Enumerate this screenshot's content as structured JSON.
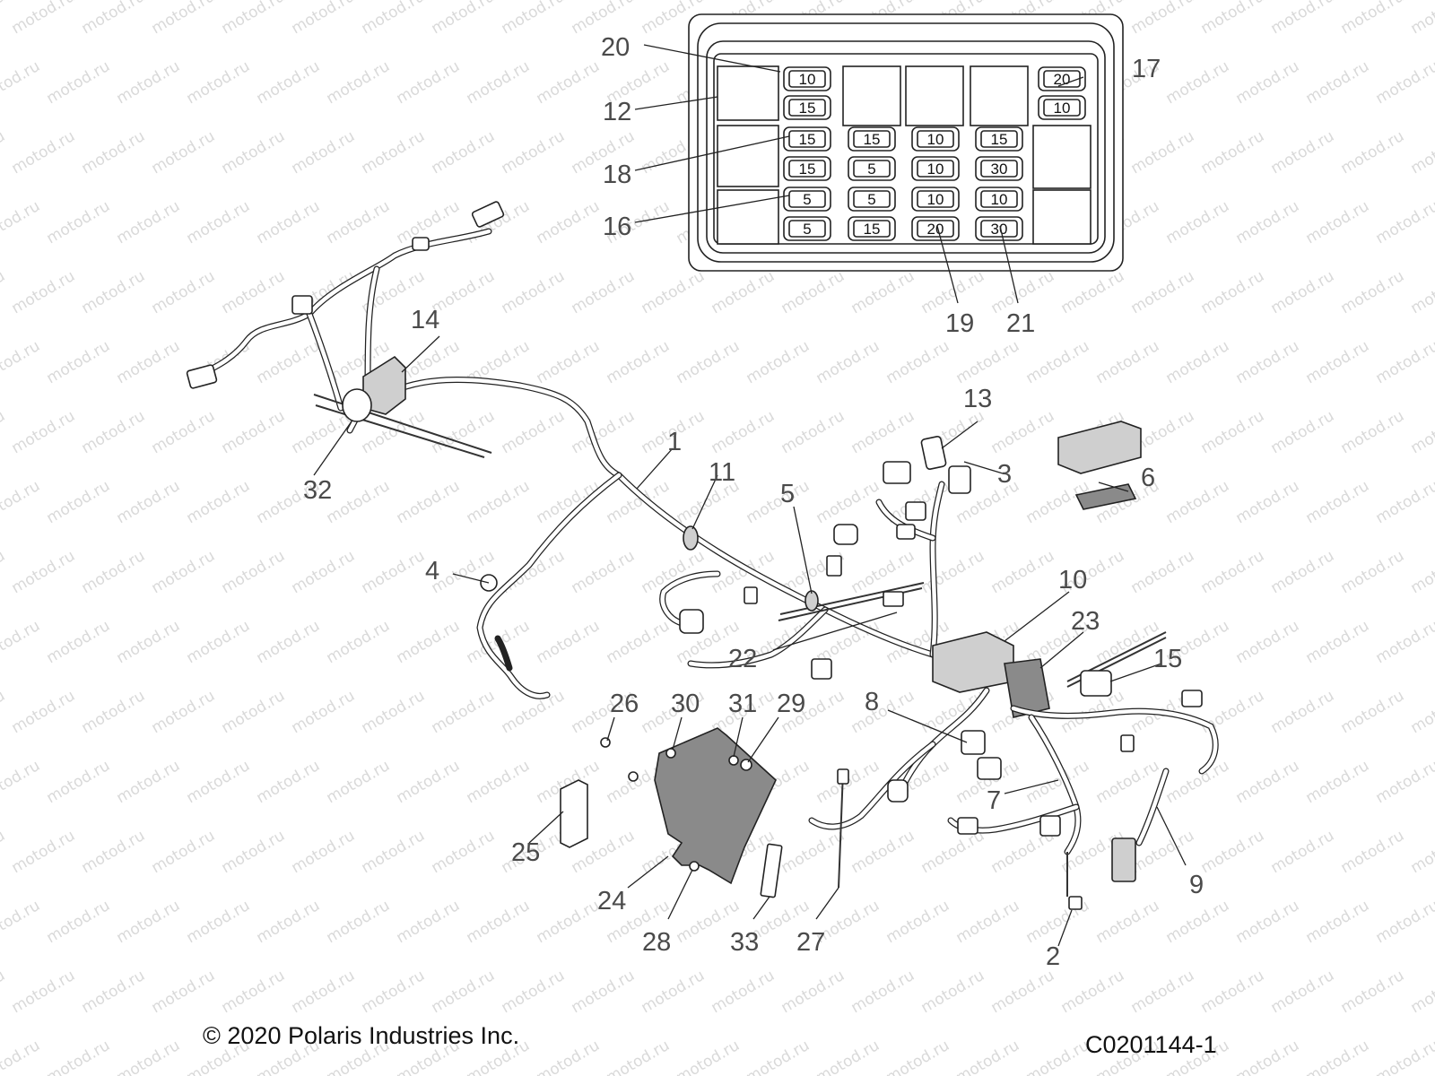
{
  "fuse_box": {
    "fuses": [
      {
        "col": 0,
        "row": 0,
        "rating": "10"
      },
      {
        "col": 0,
        "row": 1,
        "rating": "15"
      },
      {
        "col": 0,
        "row": 2,
        "rating": "15"
      },
      {
        "col": 0,
        "row": 3,
        "rating": "15"
      },
      {
        "col": 0,
        "row": 4,
        "rating": "5"
      },
      {
        "col": 0,
        "row": 5,
        "rating": "5"
      },
      {
        "col": 1,
        "row": 2,
        "rating": "15"
      },
      {
        "col": 1,
        "row": 3,
        "rating": "5"
      },
      {
        "col": 1,
        "row": 4,
        "rating": "5"
      },
      {
        "col": 1,
        "row": 5,
        "rating": "15"
      },
      {
        "col": 2,
        "row": 2,
        "rating": "10"
      },
      {
        "col": 2,
        "row": 3,
        "rating": "10"
      },
      {
        "col": 2,
        "row": 4,
        "rating": "10"
      },
      {
        "col": 2,
        "row": 5,
        "rating": "20"
      },
      {
        "col": 3,
        "row": 2,
        "rating": "15"
      },
      {
        "col": 3,
        "row": 3,
        "rating": "30"
      },
      {
        "col": 3,
        "row": 4,
        "rating": "10"
      },
      {
        "col": 3,
        "row": 5,
        "rating": "30"
      },
      {
        "col": 4,
        "row": 0,
        "rating": "20"
      },
      {
        "col": 4,
        "row": 1,
        "rating": "10"
      }
    ]
  },
  "callouts": [
    {
      "id": "1",
      "text": "1"
    },
    {
      "id": "2",
      "text": "2"
    },
    {
      "id": "3",
      "text": "3"
    },
    {
      "id": "4",
      "text": "4"
    },
    {
      "id": "5",
      "text": "5"
    },
    {
      "id": "6",
      "text": "6"
    },
    {
      "id": "7",
      "text": "7"
    },
    {
      "id": "8",
      "text": "8"
    },
    {
      "id": "9",
      "text": "9"
    },
    {
      "id": "10",
      "text": "10"
    },
    {
      "id": "11",
      "text": "11"
    },
    {
      "id": "12",
      "text": "12"
    },
    {
      "id": "13",
      "text": "13"
    },
    {
      "id": "14",
      "text": "14"
    },
    {
      "id": "15",
      "text": "15"
    },
    {
      "id": "16",
      "text": "16"
    },
    {
      "id": "17",
      "text": "17"
    },
    {
      "id": "18",
      "text": "18"
    },
    {
      "id": "19",
      "text": "19"
    },
    {
      "id": "20",
      "text": "20"
    },
    {
      "id": "21",
      "text": "21"
    },
    {
      "id": "22",
      "text": "22"
    },
    {
      "id": "23",
      "text": "23"
    },
    {
      "id": "24",
      "text": "24"
    },
    {
      "id": "25",
      "text": "25"
    },
    {
      "id": "26",
      "text": "26"
    },
    {
      "id": "27",
      "text": "27"
    },
    {
      "id": "28",
      "text": "28"
    },
    {
      "id": "29",
      "text": "29"
    },
    {
      "id": "30",
      "text": "30"
    },
    {
      "id": "31",
      "text": "31"
    },
    {
      "id": "32",
      "text": "32"
    },
    {
      "id": "33",
      "text": "33"
    }
  ],
  "watermark": "motod.ru",
  "footer": {
    "copyright": "© 2020 Polaris Industries Inc.",
    "drawing_code": "C0201144-1"
  }
}
